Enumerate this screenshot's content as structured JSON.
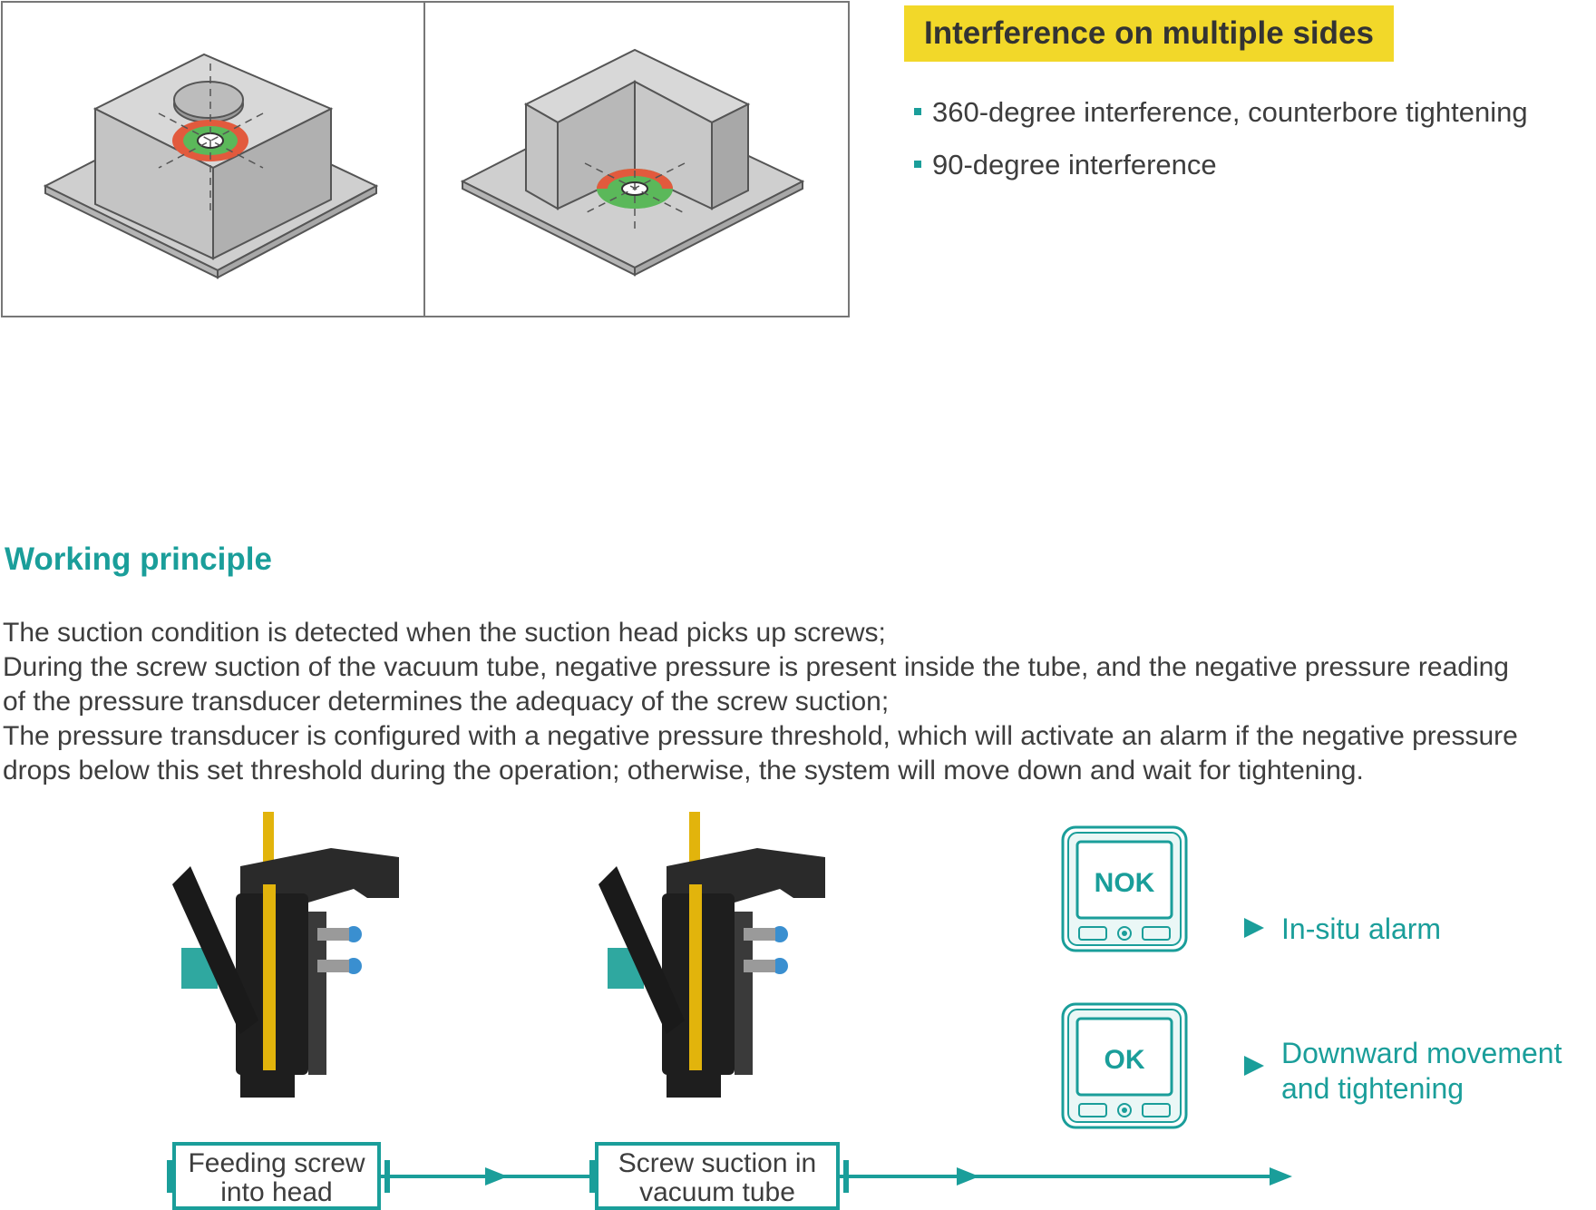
{
  "interference": {
    "title": "Interference on multiple sides",
    "bullets": [
      "360-degree interference, counterbore tightening",
      "90-degree interference"
    ]
  },
  "principle": {
    "title": "Working principle",
    "lines": [
      "The suction condition is detected when the suction head picks up screws;",
      "During the screw suction of the vacuum tube, negative pressure is present inside the tube, and the negative pressure reading",
      "of the pressure transducer determines the adequacy of the screw suction;",
      "The pressure transducer is configured with a negative pressure threshold, which will activate an alarm if the negative pressure",
      "drops below this set threshold during the operation; otherwise, the system will move down and wait for tightening."
    ]
  },
  "devices": {
    "nok_label": "NOK",
    "ok_label": "OK"
  },
  "outcomes": {
    "alarm": "In-situ alarm",
    "ok_line1": "Downward movement",
    "ok_line2": "and tightening"
  },
  "flow": {
    "step1_line1": "Feeding screw",
    "step1_line2": "into head",
    "step2_line1": "Screw suction in",
    "step2_line2": "vacuum tube"
  },
  "colors": {
    "accent": "#1a9e9a",
    "highlight": "#f2d829",
    "ring_red": "#e25a3d",
    "ring_green": "#5bb85a"
  }
}
